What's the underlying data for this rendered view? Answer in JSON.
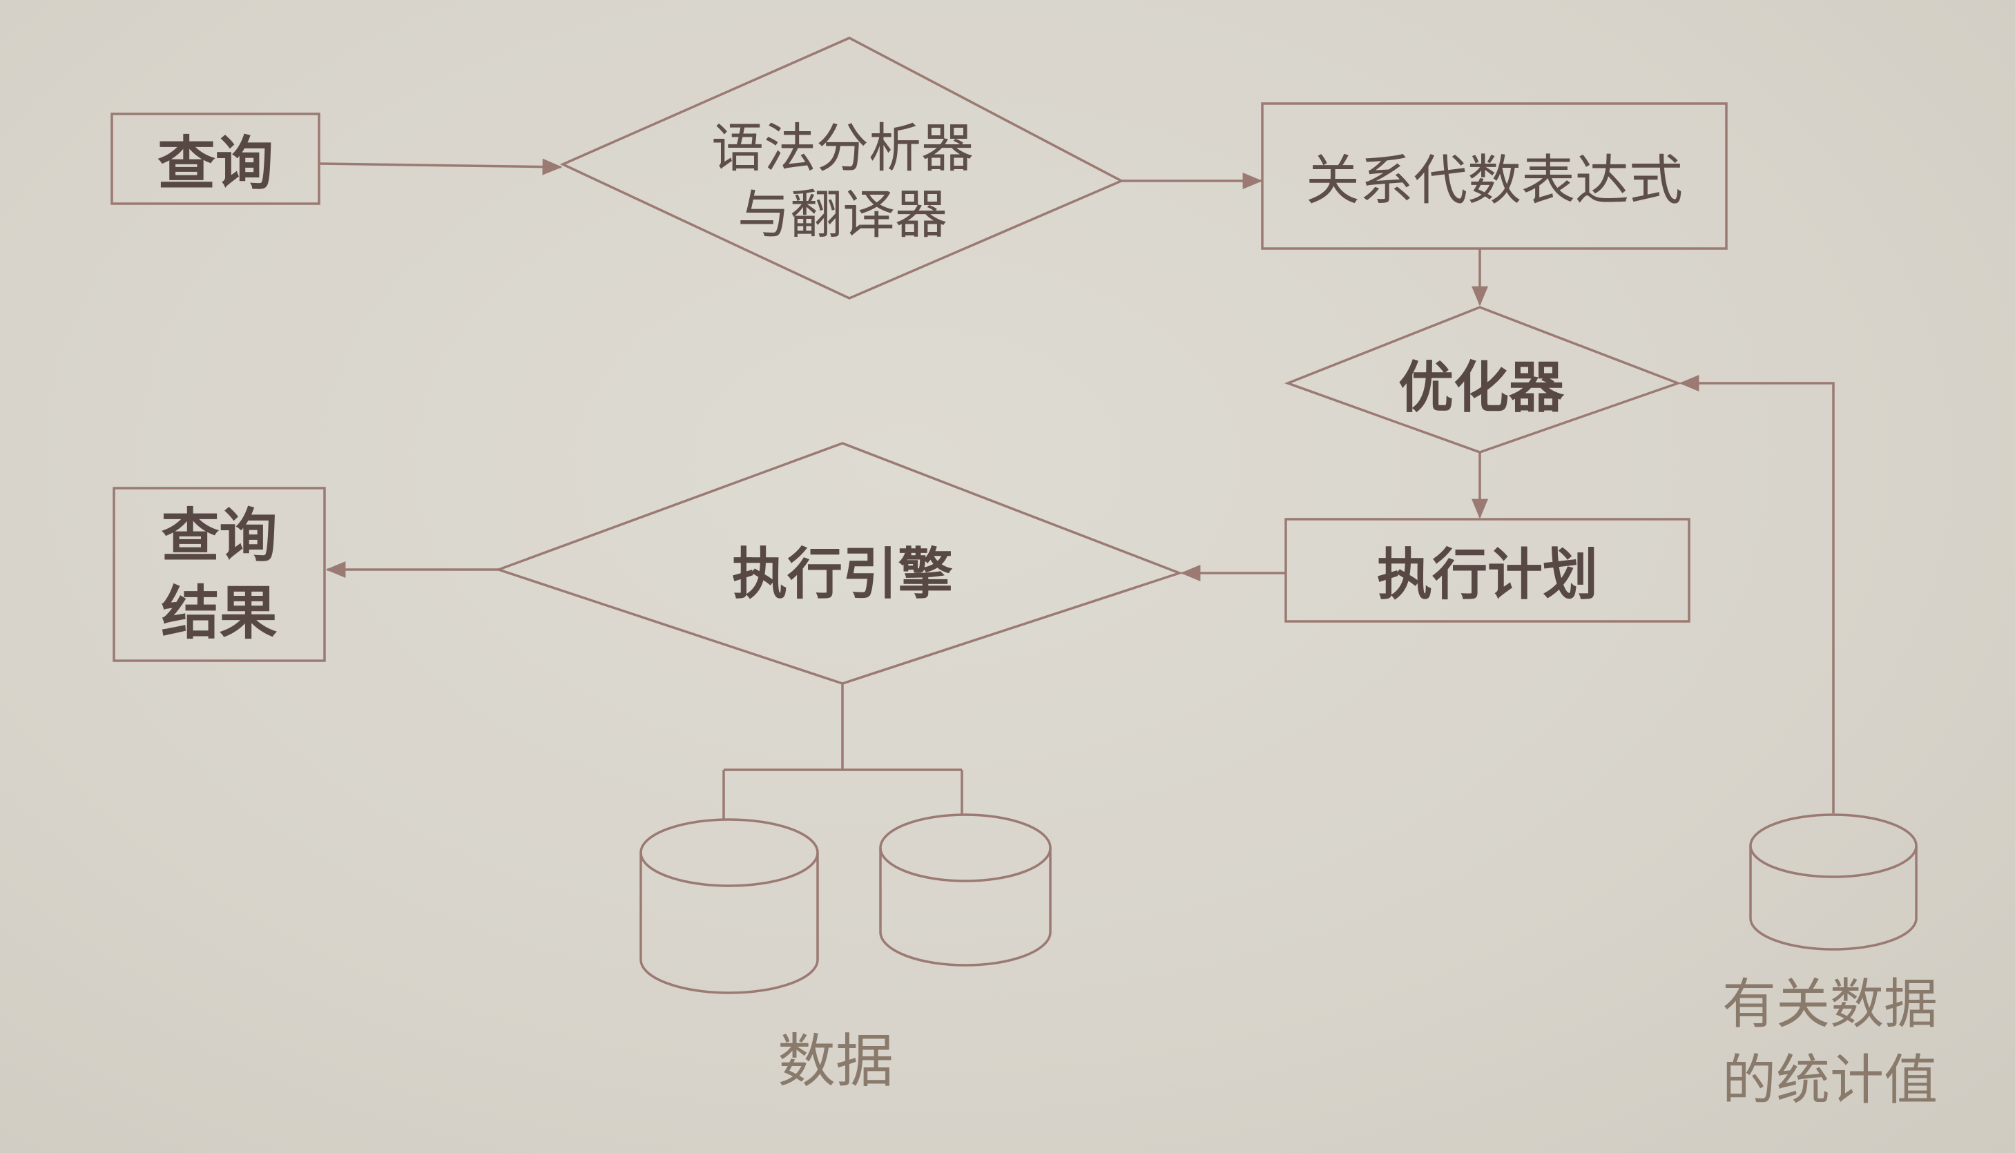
{
  "nodes": {
    "query": "查询",
    "parser": [
      "语法分析器",
      "与翻译器"
    ],
    "relational_expression": "关系代数表达式",
    "optimizer": "优化器",
    "execution_plan": "执行计划",
    "execution_engine": "执行引擎",
    "query_result": [
      "查询",
      "结果"
    ],
    "data": "数据",
    "statistics": [
      "有关数据",
      "的统计值"
    ]
  },
  "colors": {
    "background": "#d9d5cc",
    "line": "#9a7a72",
    "text": "#5e4e49",
    "label_light": "#8a7a6b"
  }
}
